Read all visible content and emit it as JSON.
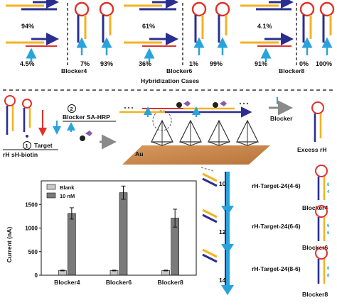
{
  "top": {
    "groups": [
      {
        "name": "Blocker4",
        "pct_top": "94%",
        "pct_bottom": "4.5%",
        "pct_left": "7%",
        "pct_right": "93%"
      },
      {
        "name": "Blocker6",
        "pct_top": "61%",
        "pct_bottom": "36%",
        "pct_left": "1%",
        "pct_right": "99%"
      },
      {
        "name": "Blocker8",
        "pct_top": "4.1%",
        "pct_bottom": "91%",
        "pct_left": "0%",
        "pct_right": "100%"
      }
    ],
    "caption": "Hybridization Cases"
  },
  "scheme": {
    "step1_num": "1",
    "step1_label": "Target",
    "step1_sub": "rH sH-biotin",
    "step2_num": "2",
    "step2_label": "Blocker SA-HRP",
    "electrode": "Au",
    "blocker_label": "Blocker",
    "excess_label": "Excess rH"
  },
  "structures": [
    {
      "number": "10",
      "label": "rH-Target-24(4-6)",
      "blocker": "Blocker4"
    },
    {
      "number": "12",
      "label": "rH-Target-24(6-6)",
      "blocker": "Blocker6"
    },
    {
      "number": "14",
      "label": "rH-Target-24(8-6)",
      "blocker": "Blocker8"
    }
  ],
  "chart_data": {
    "type": "bar",
    "categories": [
      "Blocker4",
      "Blocker6",
      "Blocker8"
    ],
    "series": [
      {
        "name": "Blank",
        "values": [
          100,
          100,
          100
        ],
        "errors": [
          8,
          8,
          8
        ],
        "color": "#c8c8c8"
      },
      {
        "name": "10 nM",
        "values": [
          1310,
          1750,
          1210
        ],
        "errors": [
          120,
          140,
          190
        ],
        "color": "#7a7a7a"
      }
    ],
    "ylabel": "Current (nA)",
    "yticks": [
      "0",
      "500",
      "1000",
      "1500"
    ],
    "ylim": [
      0,
      2000
    ],
    "legend_position": "top-left"
  },
  "colors": {
    "navy": "#2a2f8f",
    "orange": "#f3b321",
    "red": "#e0322b",
    "cyan": "#29a3dc",
    "purple": "#8e5aa8",
    "gold": "#c98a4b"
  }
}
